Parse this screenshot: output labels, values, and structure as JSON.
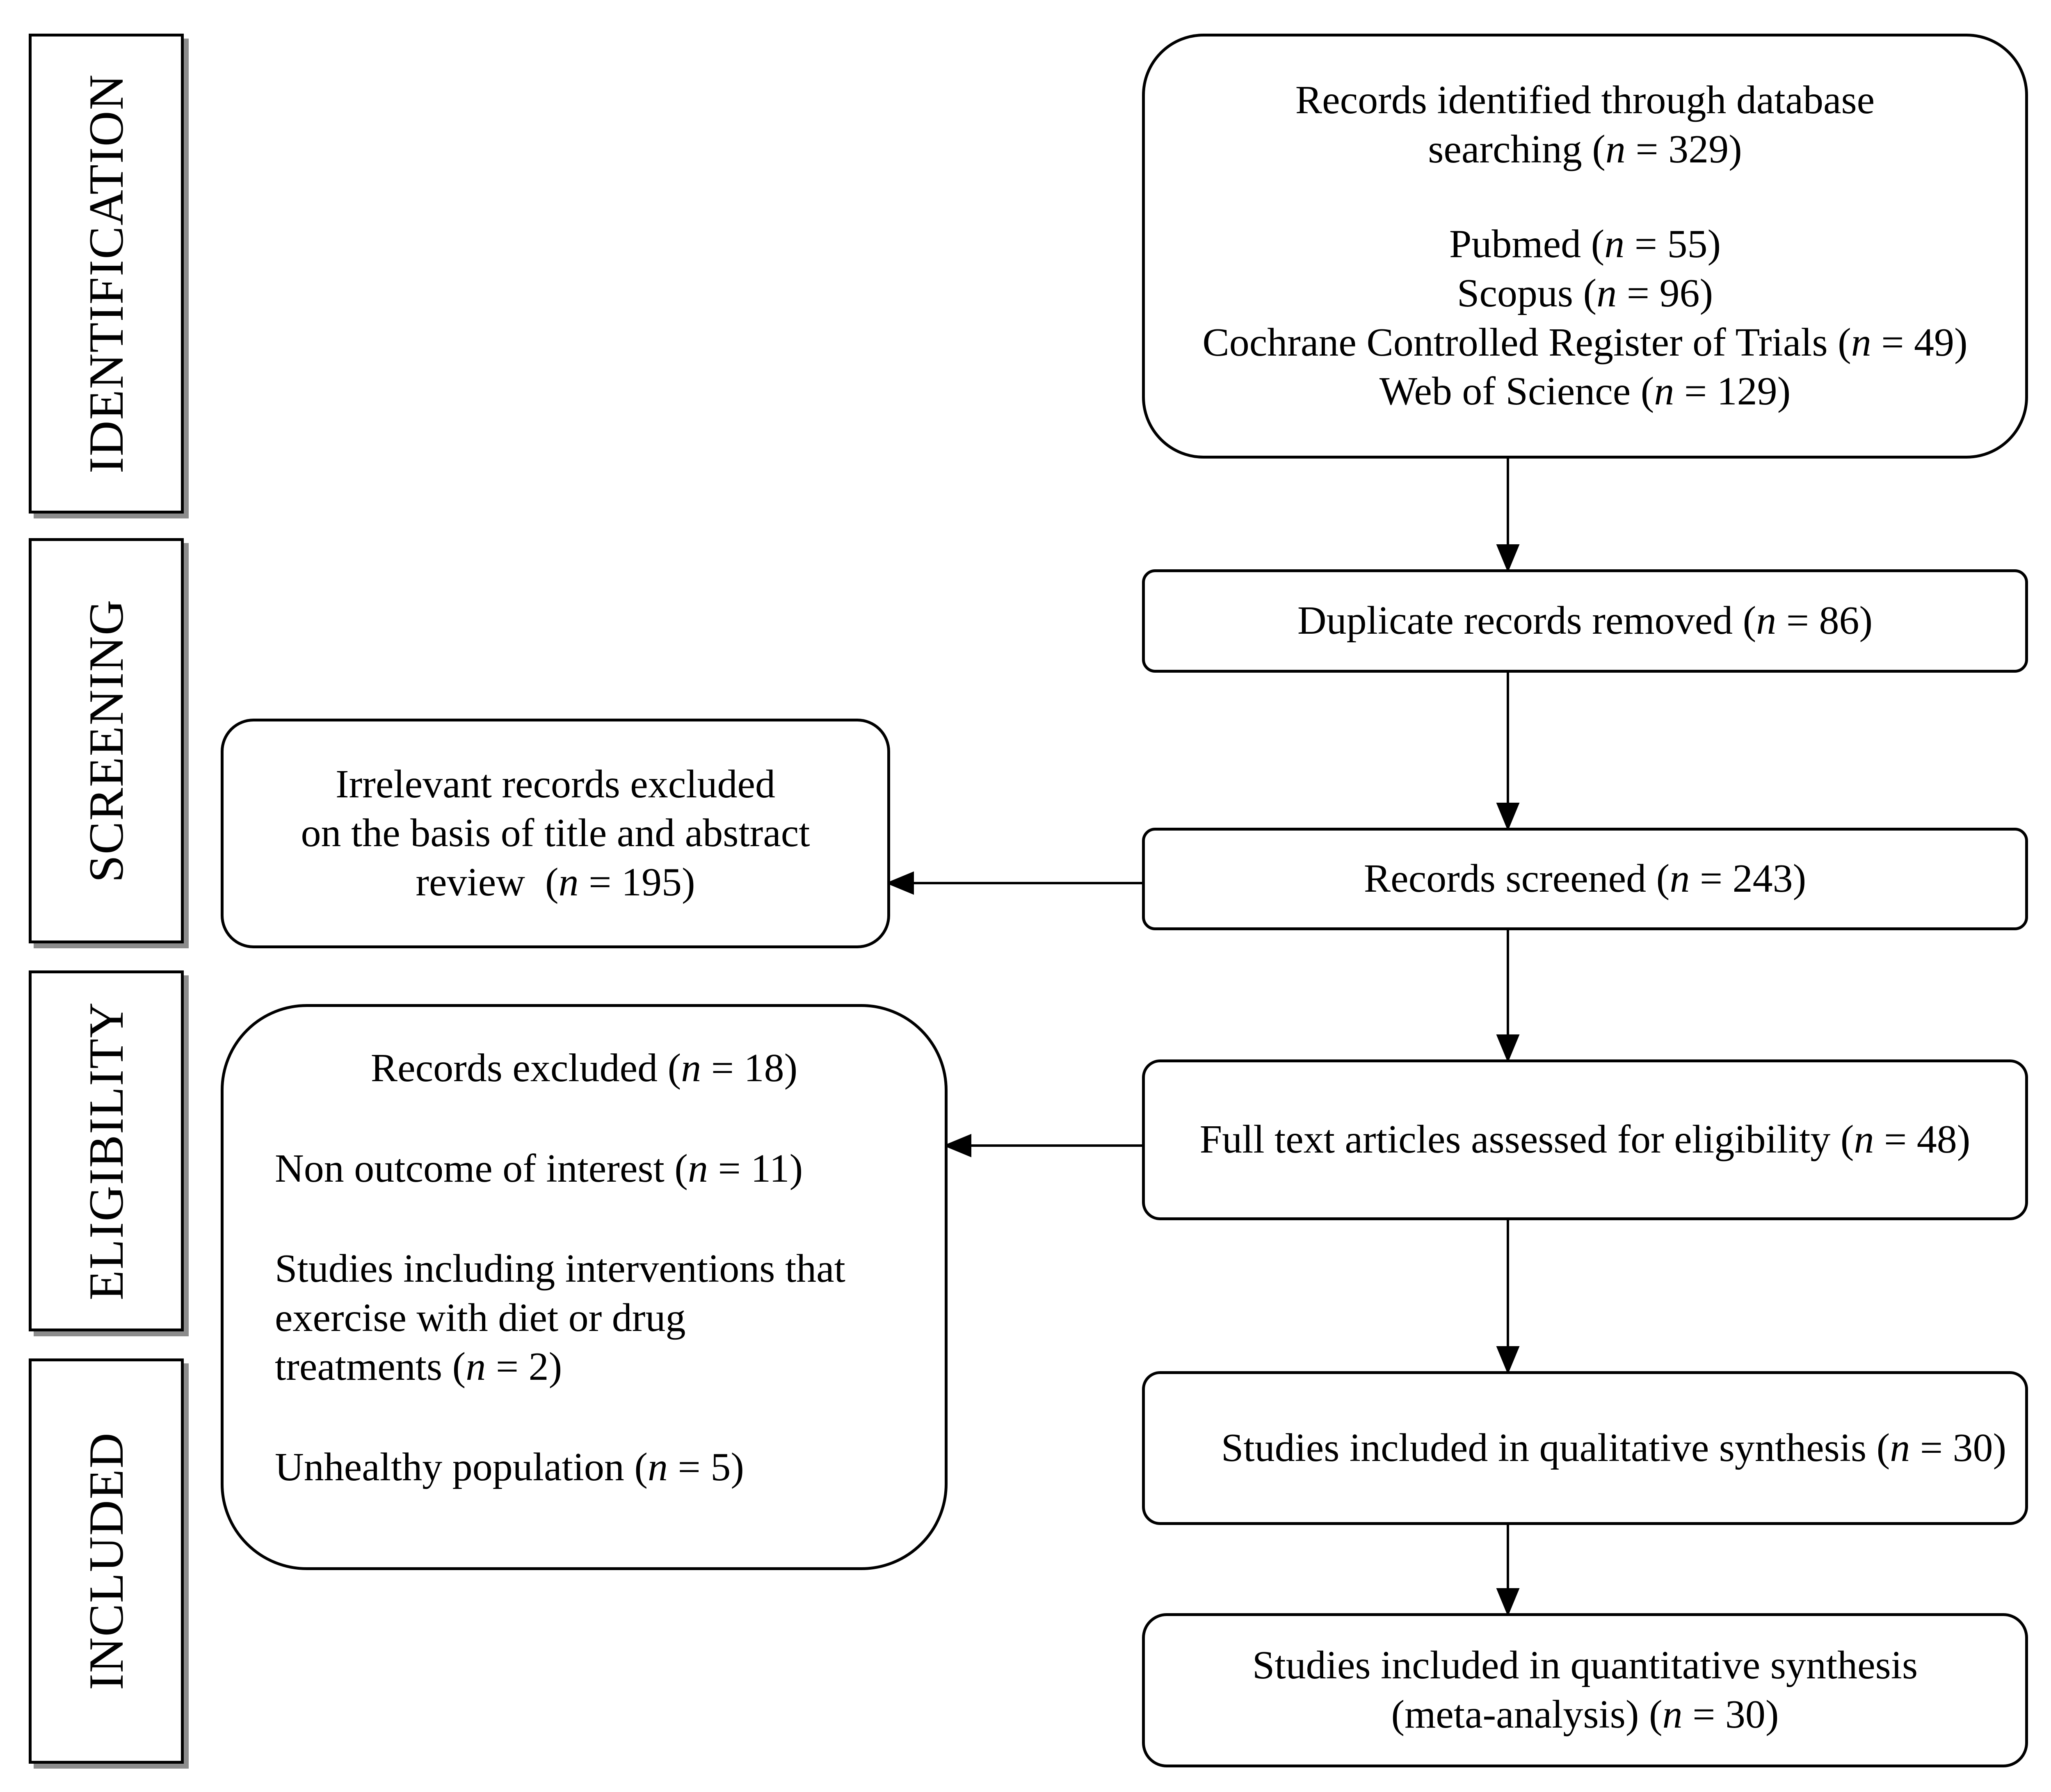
{
  "phases": [
    "IDENTIFICATION",
    "SCREENING",
    "ELIGIBILITY",
    "INCLUDED"
  ],
  "identified": {
    "heading_1": "Records identified through database",
    "heading_2_pre": "searching (",
    "n_symbol": "n",
    "heading_2_post": " = 329)",
    "sources": [
      {
        "name_pre": "Pubmed (",
        "count": " = 55)"
      },
      {
        "name_pre": "Scopus (",
        "count": " = 96)"
      },
      {
        "name_pre": "Cochrane Controlled Register of Trials (",
        "count": " = 49)"
      },
      {
        "name_pre": "Web of Science (",
        "count": " = 129)"
      }
    ]
  },
  "duplicates": {
    "pre": "Duplicate records removed (",
    "post": " = 86)"
  },
  "screened": {
    "pre": "Records screened (",
    "post": " = 243)"
  },
  "irrelevant": {
    "line1": "Irrelevant records excluded",
    "line2": "on the basis of title and abstract",
    "line3_pre": "review  (",
    "line3_post": " = 195)"
  },
  "fulltext": {
    "pre": "Full text articles assessed for eligibility (",
    "post": " = 48)"
  },
  "excluded": {
    "title_pre": "Records excluded (",
    "title_post": " = 18)",
    "reason1_pre": "Non outcome of interest (",
    "reason1_post": " = 11)",
    "reason2_line1": "Studies including interventions that",
    "reason2_line2": "exercise with diet or drug",
    "reason2_line3_pre": "treatments (",
    "reason2_line3_post": " = 2)",
    "reason3_pre": "Unhealthy population (",
    "reason3_post": " = 5)"
  },
  "qualitative": {
    "pre": "Studies included in qualitative synthesis (",
    "post": " = 30)"
  },
  "quantitative": {
    "line1": "Studies included in quantitative synthesis",
    "line2_pre": "(meta-analysis) (",
    "line2_post": " = 30)"
  }
}
